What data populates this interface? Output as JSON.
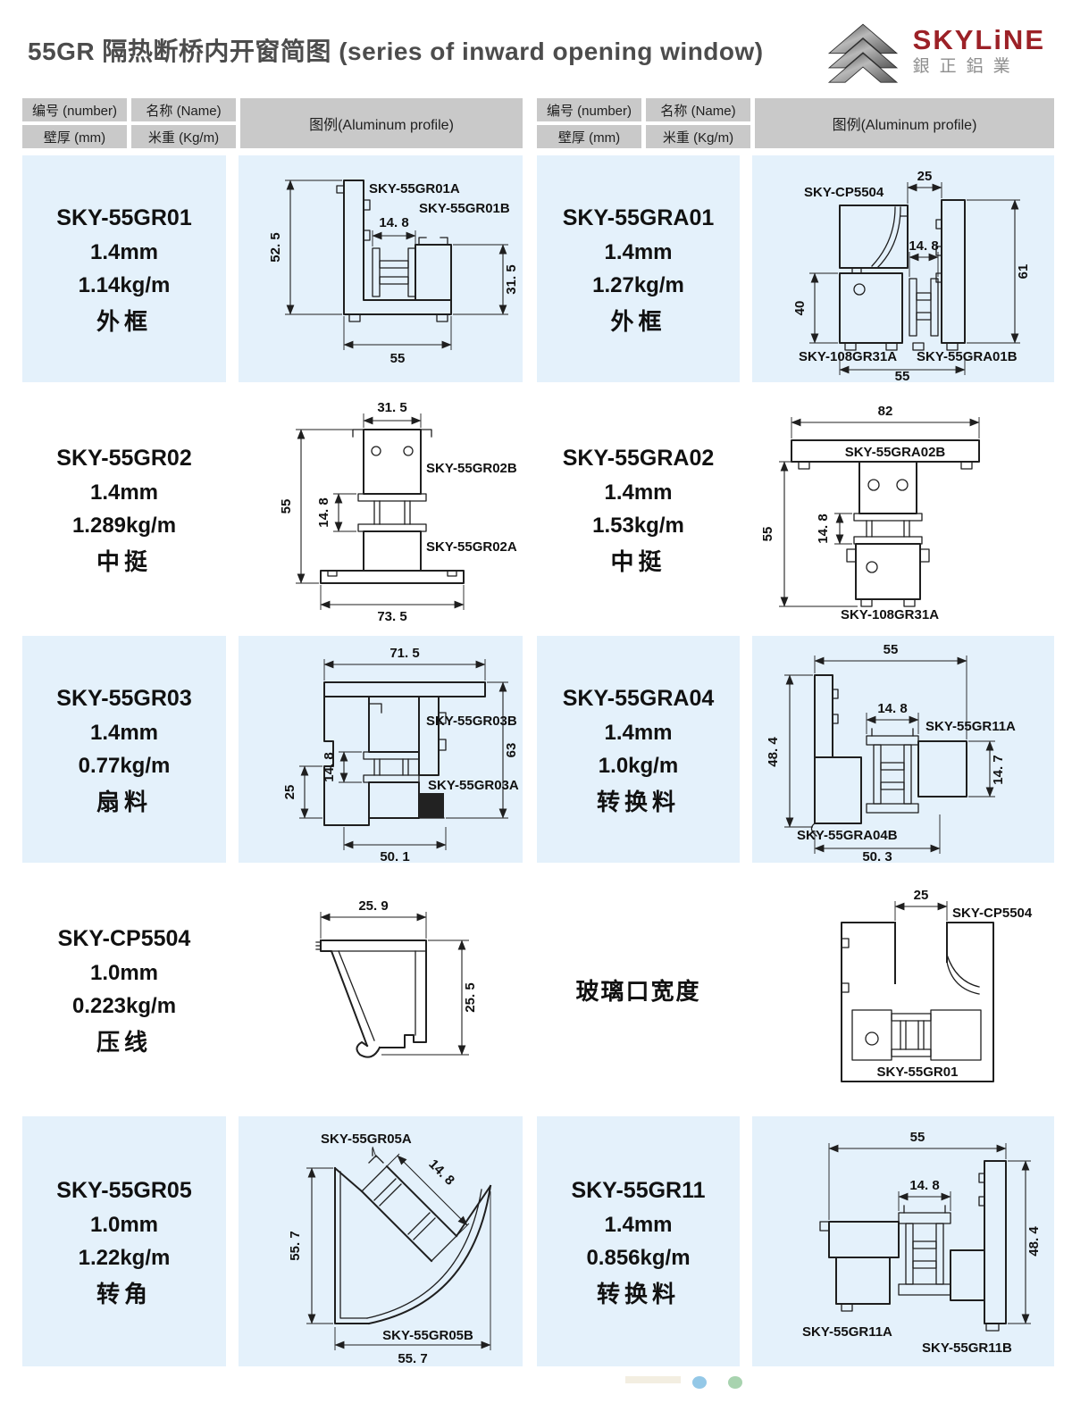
{
  "page": {
    "title": "55GR 隔热断桥内开窗简图 (series of inward opening window)"
  },
  "logo": {
    "brand": "SKYLiNE",
    "company": "銀正鋁業"
  },
  "table_header": {
    "number": "编号 (number)",
    "name": "名称 (Name)",
    "thickness": "壁厚 (mm)",
    "weight": "米重 (Kg/m)",
    "profile": "图例(Aluminum profile)"
  },
  "rows": {
    "l1": {
      "code": "SKY-55GR01",
      "thickness": "1.4mm",
      "weight": "1.14kg/m",
      "name": "外框"
    },
    "l2": {
      "code": "SKY-55GR02",
      "thickness": "1.4mm",
      "weight": "1.289kg/m",
      "name": "中挺"
    },
    "l3": {
      "code": "SKY-55GR03",
      "thickness": "1.4mm",
      "weight": "0.77kg/m",
      "name": "扇料"
    },
    "l4": {
      "code": "SKY-CP5504",
      "thickness": "1.0mm",
      "weight": "0.223kg/m",
      "name": "压线"
    },
    "l5": {
      "code": "SKY-55GR05",
      "thickness": "1.0mm",
      "weight": "1.22kg/m",
      "name": "转角"
    },
    "r1": {
      "code": "SKY-55GRA01",
      "thickness": "1.4mm",
      "weight": "1.27kg/m",
      "name": "外框"
    },
    "r2": {
      "code": "SKY-55GRA02",
      "thickness": "1.4mm",
      "weight": "1.53kg/m",
      "name": "中挺"
    },
    "r3": {
      "code": "SKY-55GRA04",
      "thickness": "1.4mm",
      "weight": "1.0kg/m",
      "name": "转换料"
    },
    "r4": {
      "name": "玻璃口宽度"
    },
    "r5": {
      "code": "SKY-55GR11",
      "thickness": "1.4mm",
      "weight": "0.856kg/m",
      "name": "转换料"
    }
  },
  "drawings": {
    "gr01": {
      "partA": "SKY-55GR01A",
      "partB": "SKY-55GR01B",
      "dim_gap": "14. 8",
      "dim_left": "52. 5",
      "dim_right": "31. 5",
      "dim_bottom": "55"
    },
    "gr02": {
      "partB": "SKY-55GR02B",
      "partA": "SKY-55GR02A",
      "dim_top": "31. 5",
      "dim_left": "55",
      "dim_gap": "14. 8",
      "dim_bottom": "73. 5"
    },
    "gr03": {
      "partB": "SKY-55GR03B",
      "partA": "SKY-55GR03A",
      "dim_top": "71. 5",
      "dim_left": "25",
      "dim_gap": "14. 8",
      "dim_right": "63",
      "dim_bottom": "50. 1"
    },
    "cp5504": {
      "dim_top": "25. 9",
      "dim_right": "25. 5"
    },
    "gr05": {
      "partA": "SKY-55GR05A",
      "partB": "SKY-55GR05B",
      "dim_diag": "14. 8",
      "dim_left": "55. 7",
      "dim_bottom": "55. 7"
    },
    "gra01": {
      "clip": "SKY-CP5504",
      "partA": "SKY-108GR31A",
      "partB": "SKY-55GRA01B",
      "dim_top": "25",
      "dim_gap": "14. 8",
      "dim_left": "40",
      "dim_right": "61",
      "dim_bottom": "55"
    },
    "gra02": {
      "partB": "SKY-55GRA02B",
      "partA": "SKY-108GR31A",
      "dim_top": "82",
      "dim_left": "55",
      "dim_gap": "14. 8"
    },
    "gra04": {
      "part11a": "SKY-55GR11A",
      "partB": "SKY-55GRA04B",
      "dim_top": "55",
      "dim_gap": "14. 8",
      "dim_left": "48. 4",
      "dim_right": "14. 7",
      "dim_bottom": "50. 3"
    },
    "glass": {
      "clip": "SKY-CP5504",
      "frame": "SKY-55GR01",
      "dim_top": "25"
    },
    "gr11": {
      "partA": "SKY-55GR11A",
      "partB": "SKY-55GR11B",
      "dim_top": "55",
      "dim_gap": "14. 8",
      "dim_right": "48. 4"
    }
  }
}
